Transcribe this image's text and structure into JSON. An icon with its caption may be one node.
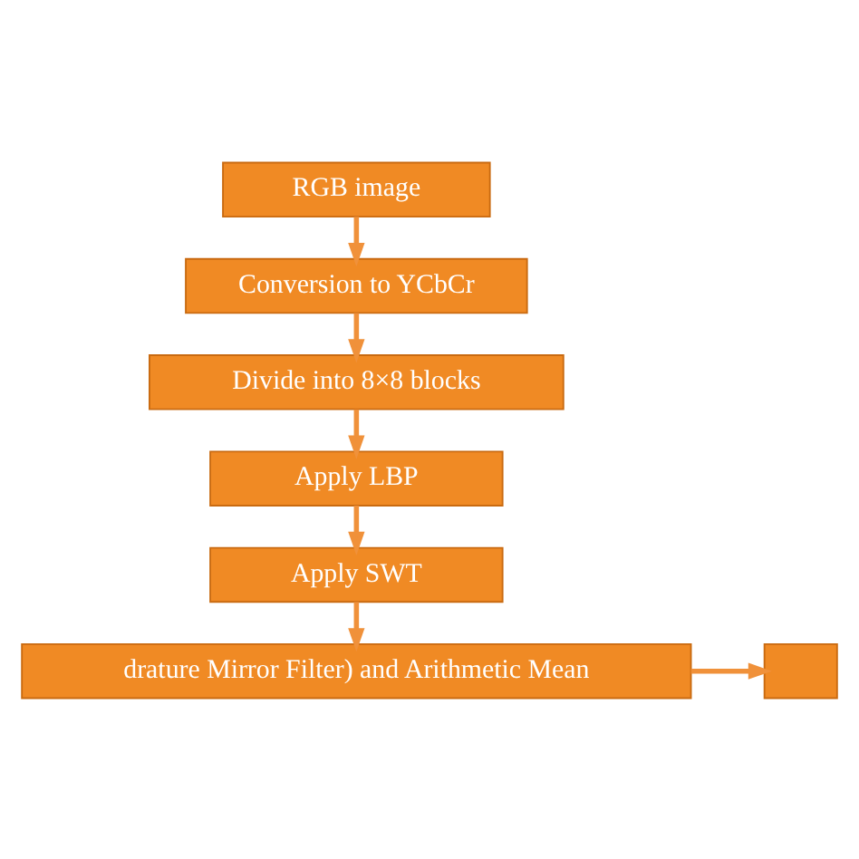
{
  "diagram": {
    "nodes": [
      {
        "text": [
          "RGB image"
        ]
      },
      {
        "text": [
          "Conversion to YCbCr"
        ]
      },
      {
        "text": [
          "Divide into 8×8 blocks"
        ]
      },
      {
        "text": [
          "Apply LBP"
        ]
      },
      {
        "text": [
          "Apply SWT"
        ]
      },
      {
        "text": [
          "drature Mirror Filter) and Arithmetic Mean"
        ]
      },
      {
        "text": [],
        "shape": "box"
      }
    ],
    "edges": [
      {
        "from": 0,
        "to": 1,
        "arrow": "to"
      },
      {
        "from": 1,
        "to": 2,
        "arrow": "to"
      },
      {
        "from": 2,
        "to": 3,
        "arrow": "to"
      },
      {
        "from": 3,
        "to": 4,
        "arrow": "to"
      },
      {
        "from": 4,
        "to": 5,
        "arrow": "to"
      },
      {
        "from": 5,
        "to": 6,
        "arrow": "to"
      }
    ]
  }
}
